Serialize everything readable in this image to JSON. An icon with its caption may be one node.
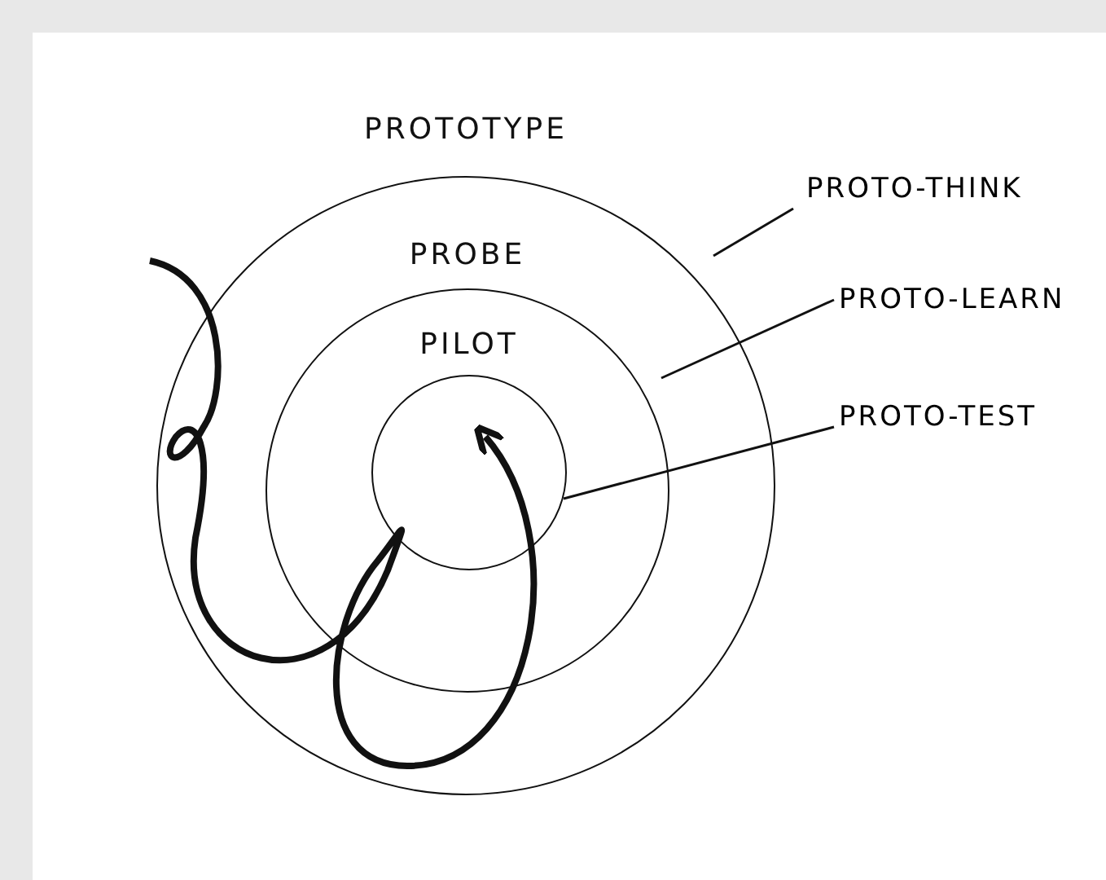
{
  "diagram": {
    "nodes": [
      {
        "text": [
          "PROTOTYPE"
        ]
      },
      {
        "text": [
          "PROBE"
        ],
        "in": 0
      },
      {
        "text": [
          "PILOT"
        ],
        "in": 1
      },
      {
        "text": [
          "PROTO-THINK"
        ]
      },
      {
        "text": [
          "PROTO-LEARN"
        ]
      },
      {
        "text": [
          "PROTO-TEST"
        ]
      }
    ],
    "edges": [
      {
        "from": 3,
        "to": 0,
        "arrow": "none"
      },
      {
        "from": 4,
        "to": 1,
        "arrow": "none"
      },
      {
        "from": 5,
        "to": 2,
        "arrow": "none"
      },
      {
        "from": null,
        "to": 2,
        "arrow": "to",
        "style": "thick"
      }
    ]
  }
}
